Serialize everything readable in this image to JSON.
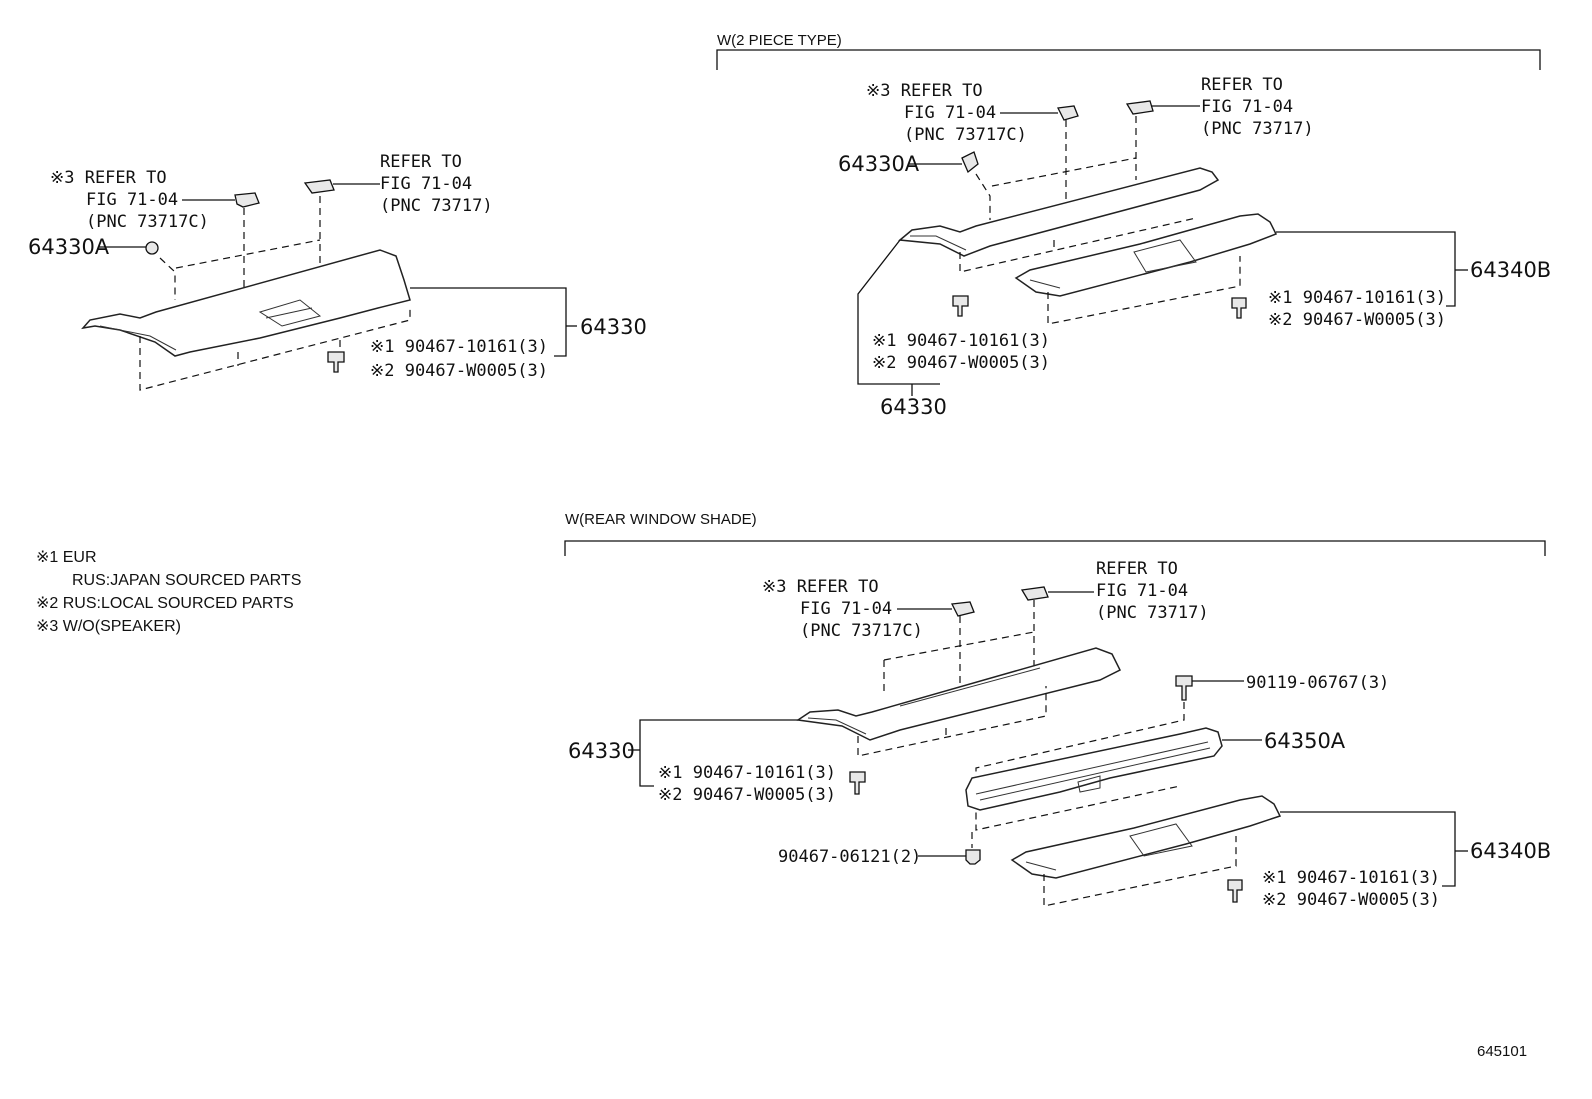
{
  "headers": {
    "two_piece": "W(2 PIECE TYPE)",
    "rear_shade": "W(REAR WINDOW SHADE)"
  },
  "notes": [
    "※1 EUR",
    "RUS:JAPAN SOURCED PARTS",
    "※2 RUS:LOCAL SOURCED PARTS",
    "※3 W/O(SPEAKER)"
  ],
  "figure_number": "645101",
  "callouts": {
    "ref_a": [
      "※3 REFER TO",
      "FIG 71-04",
      "(PNC 73717C)"
    ],
    "ref_b": [
      "REFER TO",
      "FIG 71-04",
      "(PNC 73717)"
    ],
    "clip_a": [
      "※1  90467-10161(3)",
      "※2  90467-W0005(3)"
    ],
    "part_64330": "64330",
    "part_64330A": "64330A",
    "part_64340B": "64340B",
    "part_64350A": "64350A",
    "bolt_90119": "90119-06767(3)",
    "clip_06121": "90467-06121(2)"
  }
}
